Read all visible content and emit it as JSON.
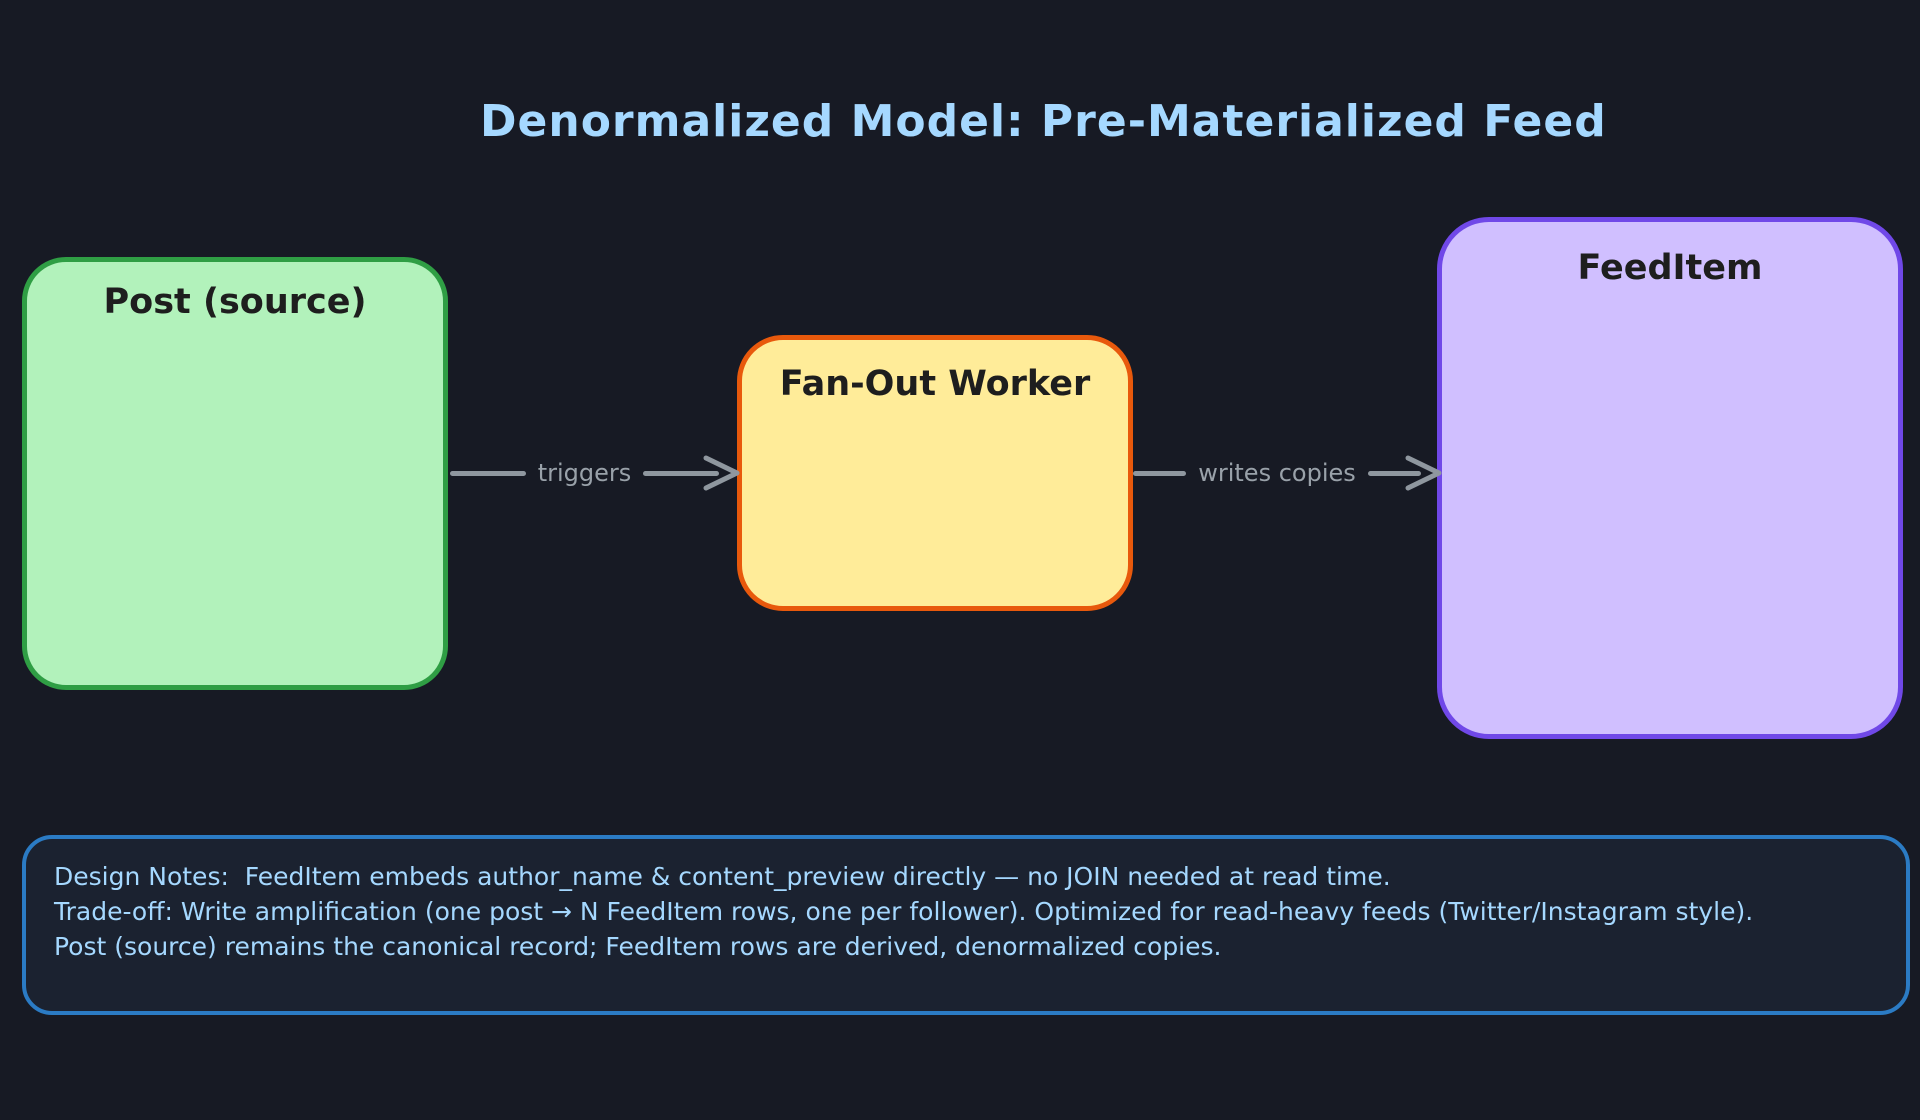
{
  "title": "Denormalized Model: Pre-Materialized Feed",
  "nodes": [
    {
      "id": "post-source",
      "label": "Post (source)",
      "fill": "#b2f2bb",
      "border": "#2f9e44"
    },
    {
      "id": "fan-out-worker",
      "label": "Fan-Out Worker",
      "fill": "#ffec99",
      "border": "#e8590c"
    },
    {
      "id": "feed-item",
      "label": "FeedItem",
      "fill": "#d0bfff",
      "border": "#7048e8"
    }
  ],
  "edges": [
    {
      "from": "post-source",
      "to": "fan-out-worker",
      "label": "triggers"
    },
    {
      "from": "fan-out-worker",
      "to": "feed-item",
      "label": "writes copies"
    }
  ],
  "notes": {
    "lines": [
      "Design Notes:  FeedItem embeds author_name & content_preview directly — no JOIN needed at read time.",
      "Trade-off: Write amplification (one post → N FeedItem rows, one per follower). Optimized for read-heavy feeds (Twitter/Instagram style).",
      "Post (source) remains the canonical record; FeedItem rows are derived, denormalized copies."
    ]
  },
  "colors": {
    "background": "#171a24",
    "title_text": "#a5d8ff",
    "node_heading_text": "#1e1e1e",
    "edge_color": "#8f979f",
    "notes_border": "#2b7bc4",
    "notes_fill": "#1b2230",
    "notes_text": "#a5d8ff"
  }
}
